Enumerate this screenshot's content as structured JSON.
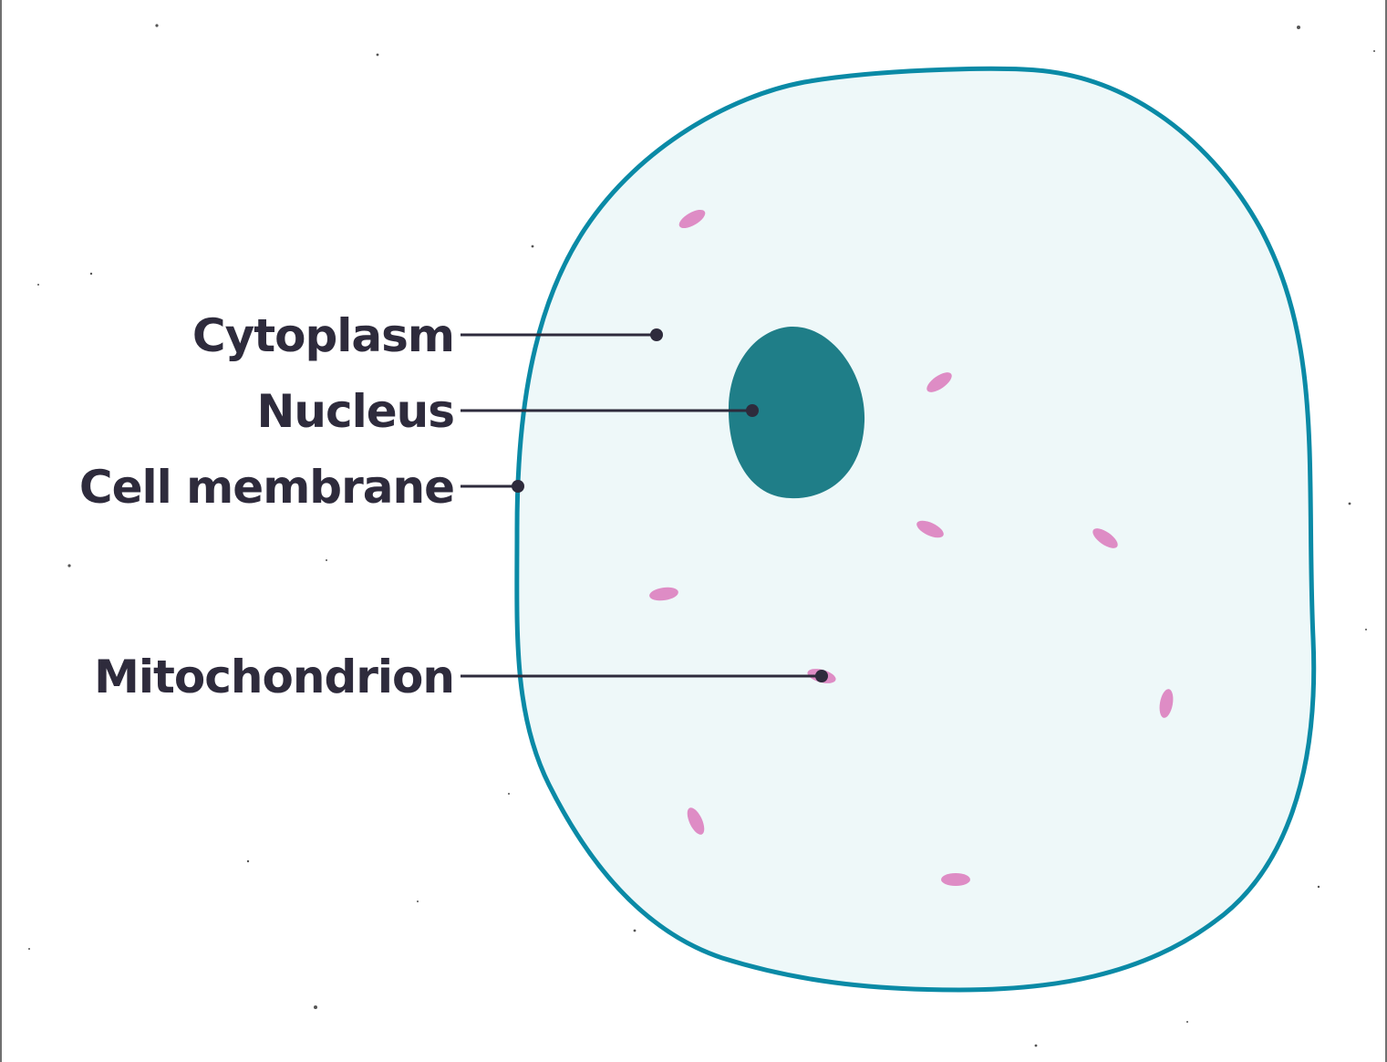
{
  "labels": {
    "cytoplasm": "Cytoplasm",
    "nucleus": "Nucleus",
    "cell_membrane": "Cell membrane",
    "mitochondrion": "Mitochondrion"
  },
  "colors": {
    "membrane": "#0a8aa6",
    "cytoplasm_fill": "#eef8f9",
    "nucleus": "#1f7e88",
    "mitochondria": "#de8cc5",
    "label_text": "#2e2b3c",
    "leader_line": "#2e2b3c"
  }
}
